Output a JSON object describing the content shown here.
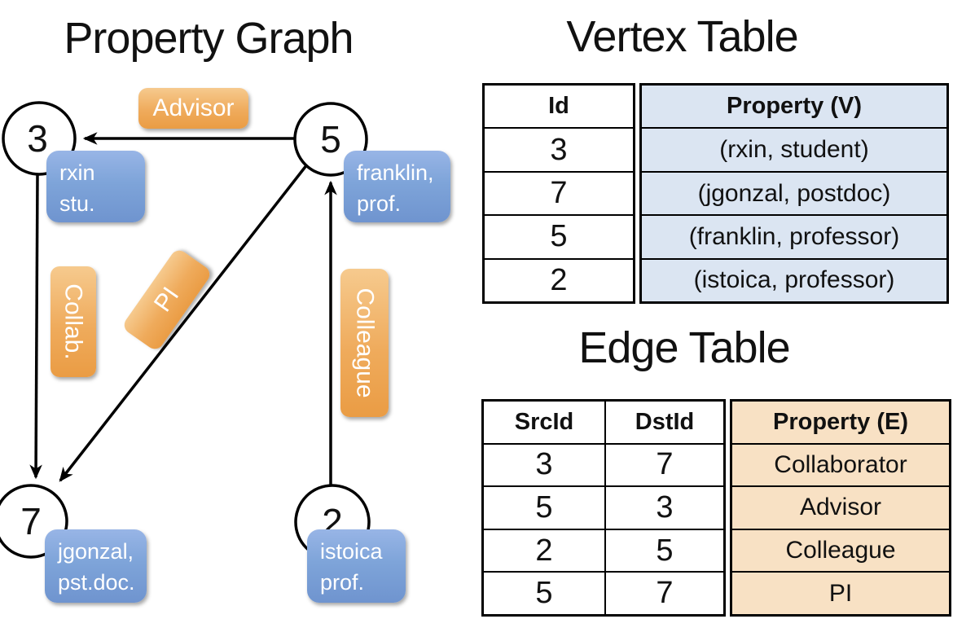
{
  "graph": {
    "title": "Property Graph",
    "nodes": [
      {
        "id": "3",
        "prop_line1": "rxin",
        "prop_line2": "stu."
      },
      {
        "id": "5",
        "prop_line1": "franklin,",
        "prop_line2": "prof."
      },
      {
        "id": "7",
        "prop_line1": "jgonzal,",
        "prop_line2": "pst.doc."
      },
      {
        "id": "2",
        "prop_line1": "istoica",
        "prop_line2": "prof."
      }
    ],
    "edge_labels": [
      {
        "text": "Advisor",
        "edge": "5-3"
      },
      {
        "text": "Collab.",
        "edge": "3-7"
      },
      {
        "text": "PI",
        "edge": "5-7"
      },
      {
        "text": "Colleague",
        "edge": "2-5"
      }
    ]
  },
  "vertex_table": {
    "title": "Vertex Table",
    "columns": {
      "id": "Id",
      "property": "Property (V)"
    },
    "rows": [
      {
        "id": "3",
        "property": "(rxin, student)"
      },
      {
        "id": "7",
        "property": "(jgonzal, postdoc)"
      },
      {
        "id": "5",
        "property": "(franklin, professor)"
      },
      {
        "id": "2",
        "property": "(istoica, professor)"
      }
    ]
  },
  "edge_table": {
    "title": "Edge Table",
    "columns": {
      "src": "SrcId",
      "dst": "DstId",
      "property": "Property (E)"
    },
    "rows": [
      {
        "src": "3",
        "dst": "7",
        "property": "Collaborator"
      },
      {
        "src": "5",
        "dst": "3",
        "property": "Advisor"
      },
      {
        "src": "2",
        "dst": "5",
        "property": "Colleague"
      },
      {
        "src": "5",
        "dst": "7",
        "property": "PI"
      }
    ]
  },
  "colors": {
    "edge_label_orange": "#eda24e",
    "vertex_label_blue": "#7da3d8",
    "vertex_table_fill": "#dbe5f2",
    "edge_table_fill": "#f8e1c4",
    "line": "#000000"
  }
}
